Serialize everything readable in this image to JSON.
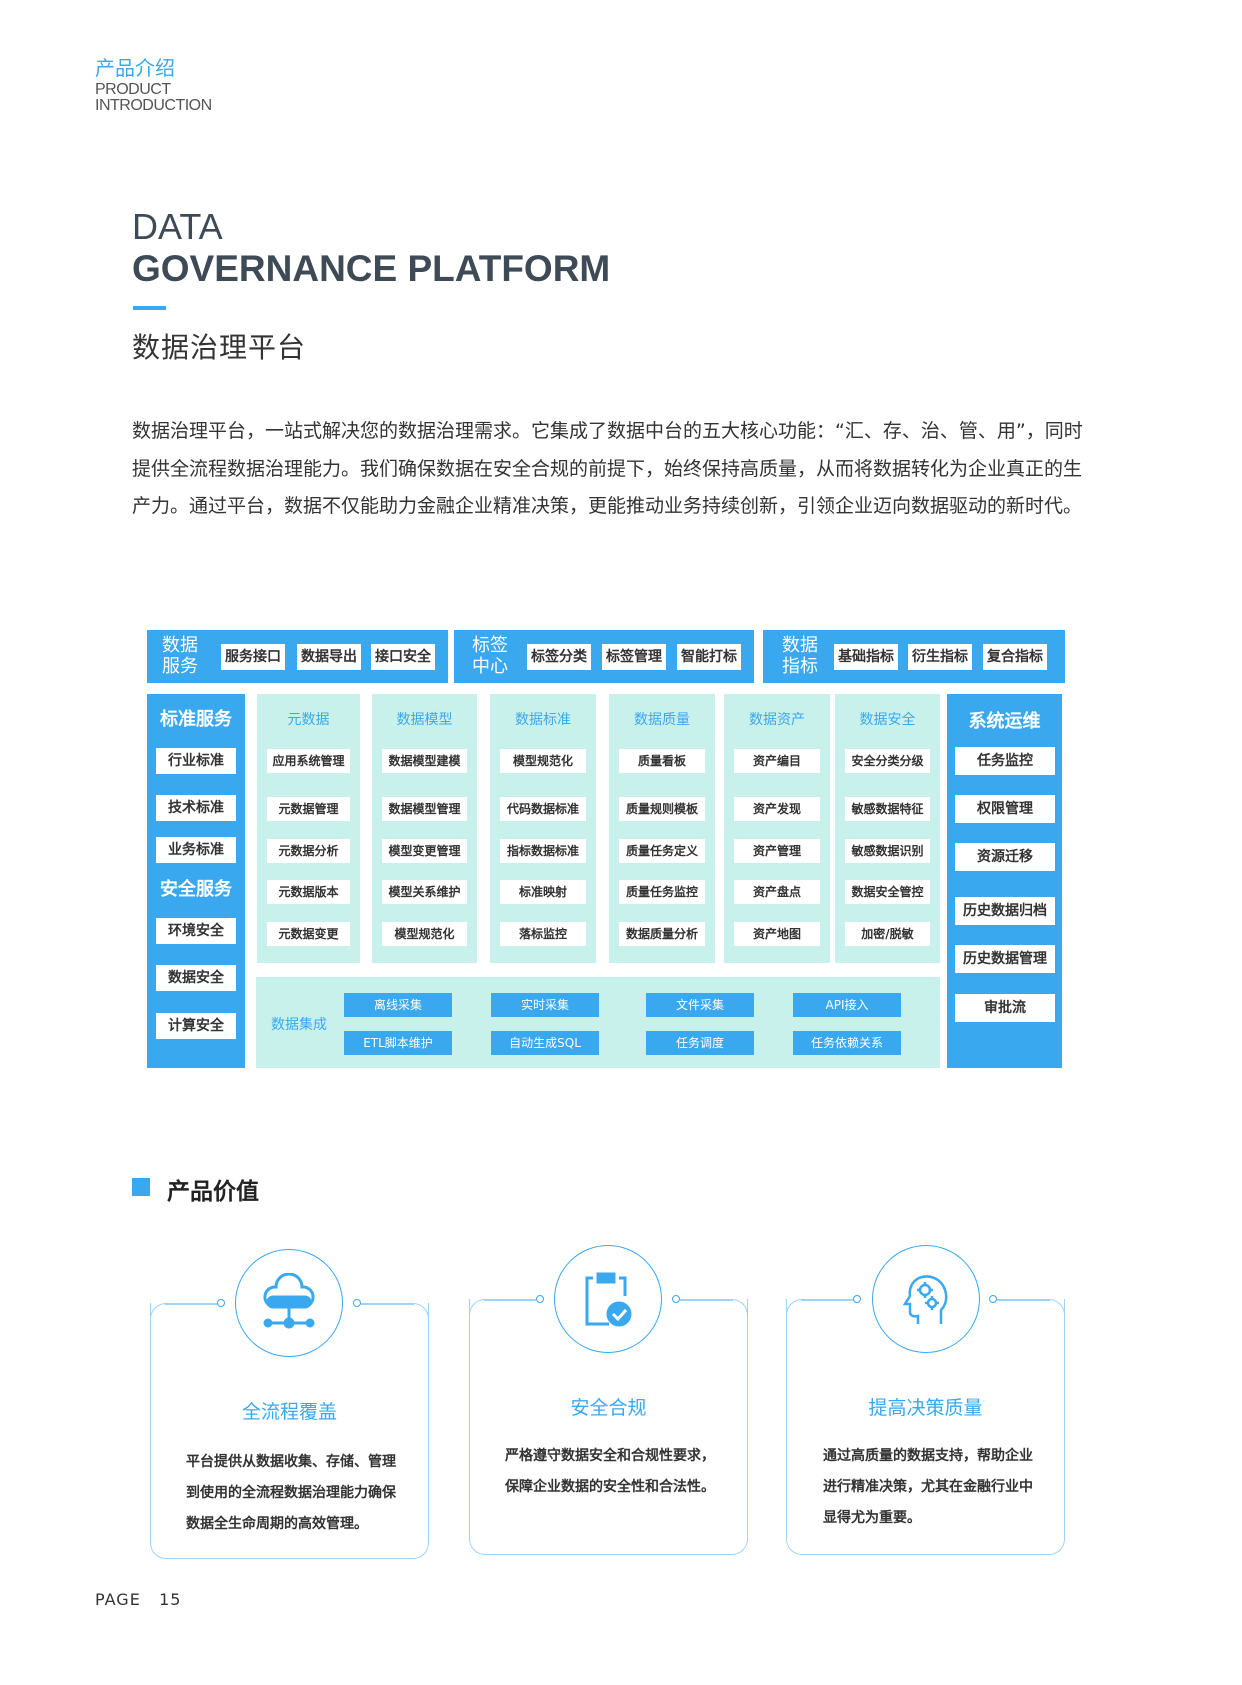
{
  "header": {
    "kicker_cn": "产品介绍",
    "kicker_en_1": "PRODUCT",
    "kicker_en_2": "INTRODUCTION"
  },
  "title": {
    "line1": "DATA",
    "line2": "GOVERNANCE PLATFORM",
    "cn": "数据治理平台"
  },
  "intro": "数据治理平台，一站式解决您的数据治理需求。它集成了数据中台的五大核心功能：“汇、存、治、管、用”，同时提供全流程数据治理能力。我们确保数据在安全合规的前提下，始终保持高质量，从而将数据转化为企业真正的生产力。通过平台，数据不仅能助力金融企业精准决策，更能推动业务持续创新，引领企业迈向数据驱动的新时代。",
  "diagram": {
    "top": [
      {
        "label": "数据服务",
        "chips": [
          "服务接口",
          "数据导出",
          "接口安全"
        ]
      },
      {
        "label": "标签中心",
        "chips": [
          "标签分类",
          "标签管理",
          "智能打标"
        ]
      },
      {
        "label": "数据指标",
        "chips": [
          "基础指标",
          "衍生指标",
          "复合指标"
        ]
      }
    ],
    "left": {
      "heading1": "标准服务",
      "items1": [
        "行业标准",
        "技术标准",
        "业务标准"
      ],
      "heading2": "安全服务",
      "items2": [
        "环境安全",
        "数据安全",
        "计算安全"
      ]
    },
    "columns": [
      {
        "title": "元数据",
        "items": [
          "应用系统管理",
          "元数据管理",
          "元数据分析",
          "元数据版本",
          "元数据变更"
        ]
      },
      {
        "title": "数据模型",
        "items": [
          "数据模型建模",
          "数据模型管理",
          "模型变更管理",
          "模型关系维护",
          "模型规范化"
        ]
      },
      {
        "title": "数据标准",
        "items": [
          "模型规范化",
          "代码数据标准",
          "指标数据标准",
          "标准映射",
          "落标监控"
        ]
      },
      {
        "title": "数据质量",
        "items": [
          "质量看板",
          "质量规则模板",
          "质量任务定义",
          "质量任务监控",
          "数据质量分析"
        ]
      },
      {
        "title": "数据资产",
        "items": [
          "资产编目",
          "资产发现",
          "资产管理",
          "资产盘点",
          "资产地图"
        ]
      },
      {
        "title": "数据安全",
        "items": [
          "安全分类分级",
          "敏感数据特征",
          "敏感数据识别",
          "数据安全管控",
          "加密/脱敏"
        ]
      }
    ],
    "right": {
      "heading": "系统运维",
      "items": [
        "任务监控",
        "权限管理",
        "资源迁移",
        "历史数据归档",
        "历史数据管理",
        "审批流"
      ]
    },
    "integration": {
      "label": "数据集成",
      "row1": [
        "离线采集",
        "实时采集",
        "文件采集",
        "API接入"
      ],
      "row2": [
        "ETL脚本维护",
        "自动生成SQL",
        "任务调度",
        "任务依赖关系"
      ]
    }
  },
  "value": {
    "heading": "产品价值",
    "cards": [
      {
        "icon": "cloud-network-icon",
        "title": "全流程覆盖",
        "lines": [
          "平台提供从数据收集、存储、管理",
          "到使用的全流程数据治理能力确保",
          "数据全生命周期的高效管理。"
        ]
      },
      {
        "icon": "clipboard-check-icon",
        "title": "安全合规",
        "lines": [
          "严格遵守数据安全和合规性要求，",
          "保障企业数据的安全性和合法性。"
        ]
      },
      {
        "icon": "head-gears-icon",
        "title": "提高决策质量",
        "lines": [
          "通过高质量的数据支持，帮助企业",
          "进行精准决策，尤其在金融行业中",
          "显得尤为重要。"
        ]
      }
    ]
  },
  "footer": {
    "page_label": "PAGE",
    "page_number": "15"
  },
  "colors": {
    "accent": "#3aa8ee",
    "cyan": "#c8f1ec"
  }
}
